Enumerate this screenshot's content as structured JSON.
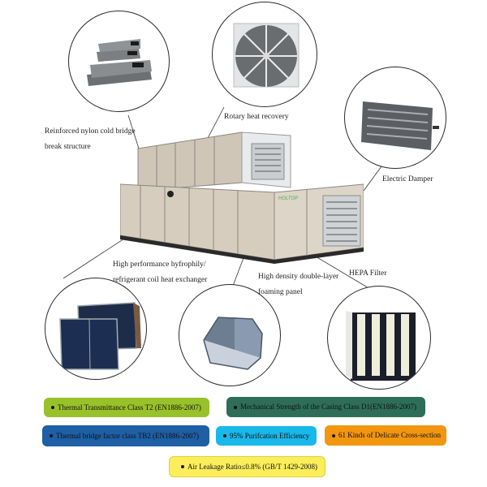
{
  "callouts": {
    "nylon": {
      "line1": "Reinforced nylon cold bridge",
      "line2": "break structure",
      "icon": "extruded-profile-icon"
    },
    "rotary": {
      "label": "Rotary heat recovery",
      "icon": "heat-wheel-icon"
    },
    "damper": {
      "label": "Electric Damper",
      "icon": "damper-icon"
    },
    "coil": {
      "line1": "High performance hyfrophily/",
      "line2": "refrigerant coil heat exchanger",
      "icon": "coil-icon"
    },
    "panel": {
      "line1": "High density double-layer",
      "line2": "foaming panel",
      "icon": "panel-corner-icon"
    },
    "hepa": {
      "label": "HEPA Filter",
      "icon": "filter-icon"
    }
  },
  "unit": {
    "brand": "HOLTOP"
  },
  "badges": [
    {
      "text": "Thermal Transmittance Class T2 (EN1886-2007)",
      "color": "#99c12a"
    },
    {
      "text": "Mechanical Strength of the Casing Class D1(EN1886-2007)",
      "color": "#2e6e58"
    },
    {
      "text": "Thermal bridge factor class TB2 (EN1886-2007)",
      "color": "#1e5fa5"
    },
    {
      "text": "95% Purifcation Efficiency",
      "color": "#19b8ea"
    },
    {
      "text": "61 Kinds of Delicate Cross-section",
      "color": "#f2960f"
    },
    {
      "text": "Air Leakage Ratio≤0.8% (GB/T 1429-2008)",
      "color": "#fbee5a"
    }
  ]
}
